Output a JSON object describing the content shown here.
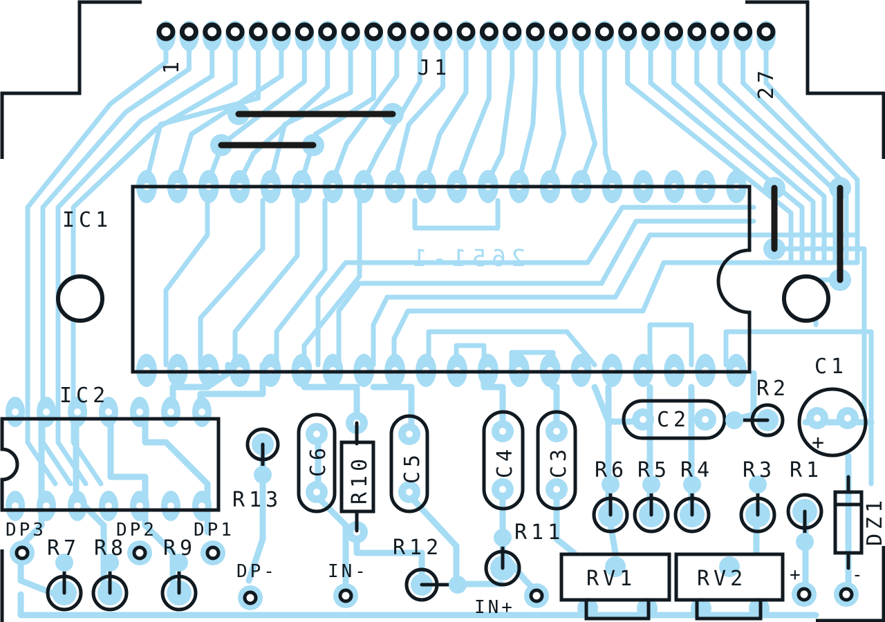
{
  "board": {
    "title": "PCB component layout",
    "colors": {
      "copper": "#a6dcf4",
      "silkscreen": "#111a20",
      "background": "#ffffff"
    }
  },
  "connector": {
    "ref": "J1",
    "pin_count": 27,
    "first_pin_label": "1",
    "last_pin_label": "27"
  },
  "ic1": {
    "ref": "IC1",
    "part": "2651-1",
    "pins_per_side": 20
  },
  "ic2": {
    "ref": "IC2",
    "pins_per_side": 7
  },
  "labels": {
    "c1": "C1",
    "c1_polarity": "+",
    "c2": "C2",
    "c3": "C3",
    "c4": "C4",
    "c5": "C5",
    "c6": "C6",
    "r1": "R1",
    "r2": "R2",
    "r3": "R3",
    "r4": "R4",
    "r5": "R5",
    "r6": "R6",
    "r7": "R7",
    "r8": "R8",
    "r9": "R9",
    "r10": "R10",
    "r11": "R11",
    "r12": "R12",
    "r13": "R13",
    "rv1": "RV1",
    "rv2": "RV2",
    "dz1": "DZ1",
    "dp1": "DP1",
    "dp2": "DP2",
    "dp3": "DP3",
    "dp_minus": "DP-",
    "in_minus": "IN-",
    "in_plus": "IN+",
    "supply_plus": "+",
    "supply_minus": "-"
  }
}
